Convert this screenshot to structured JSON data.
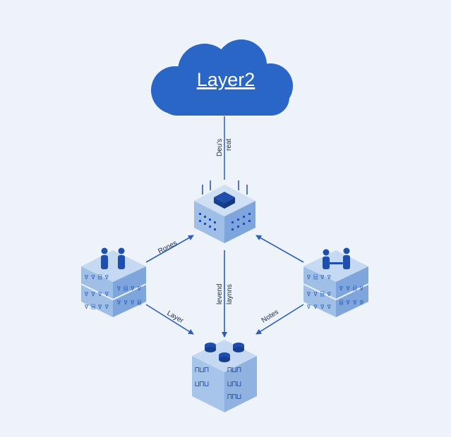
{
  "cloud": {
    "title": "Layer2"
  },
  "labels": {
    "cloud_link": [
      "Deu's",
      "reat"
    ],
    "left_top_link": "Rones",
    "center_link": [
      "levend",
      "laynns"
    ],
    "left_bottom_link": "Layer",
    "right_bottom_link": "Notes"
  },
  "colors": {
    "background": "#eef3f9",
    "cloud": "#2a66c5",
    "node_light": "#b9d1ee",
    "node_mid": "#8fb2e0",
    "node_dark": "#5f8ccc",
    "accent": "#1f4fae",
    "line": "#2c5fb8"
  },
  "icons": [
    "cloud-icon",
    "server-stack-icon",
    "people-icon",
    "database-icon"
  ]
}
